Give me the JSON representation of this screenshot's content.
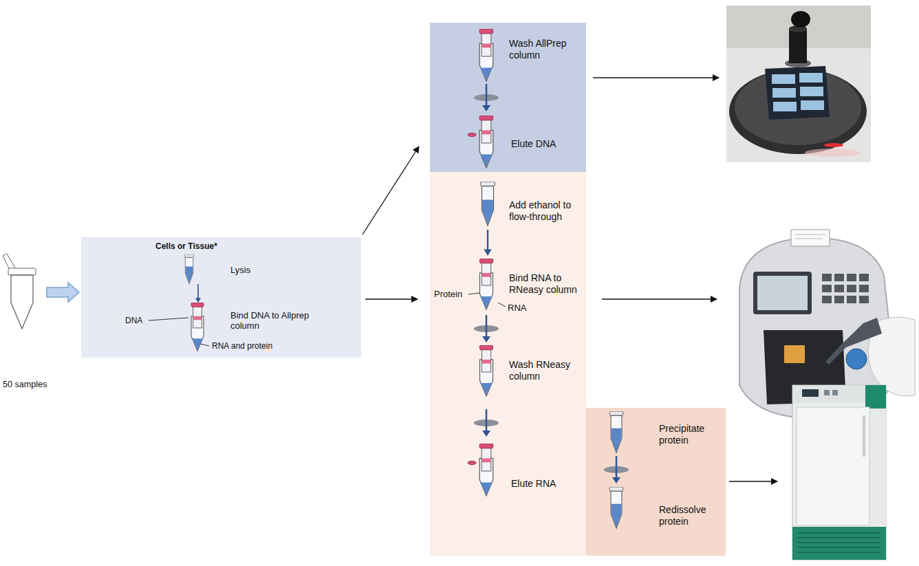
{
  "diagram": {
    "nodes": [
      {
        "text": [
          "50 samples"
        ]
      },
      {
        "text": [
          "Cells or Tissue*",
          "Lysis",
          "DNA",
          "Bind DNA to Allprep column",
          "RNA and protein"
        ]
      },
      {
        "text": [
          "Wash AllPrep column",
          "Elute DNA"
        ]
      },
      {
        "text": [
          "Add ethanol to flow-through",
          "Bind RNA to RNeasy column",
          "Protein",
          "RNA",
          "Wash RNeasy column",
          "Elute RNA"
        ]
      },
      {
        "text": [
          "Precipitate protein",
          "Redissolve protein"
        ]
      }
    ],
    "edges": [
      {
        "from": 0,
        "to": 1,
        "arrow": "to"
      },
      {
        "from": 1,
        "to": 2,
        "arrow": "to"
      },
      {
        "from": 1,
        "to": 3,
        "arrow": "to"
      }
    ]
  }
}
